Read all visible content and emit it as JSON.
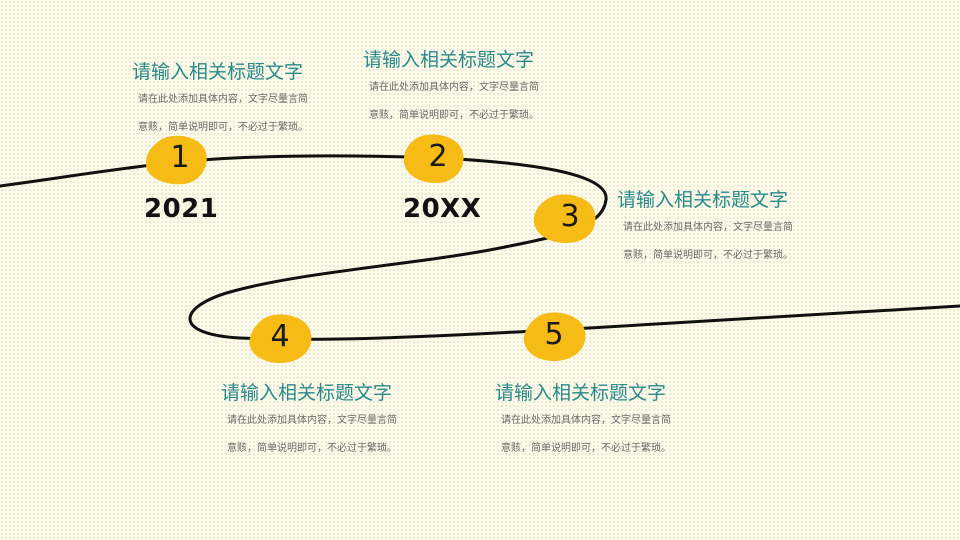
{
  "colors": {
    "background": "#fcfbea",
    "path": "#111111",
    "node_fill": "#f7bb16",
    "title": "#2b8a8c",
    "body_text": "#6b6b6b"
  },
  "nodes": [
    {
      "number": "1",
      "year": "2021"
    },
    {
      "number": "2",
      "year": "20XX"
    },
    {
      "number": "3",
      "year": ""
    },
    {
      "number": "4",
      "year": ""
    },
    {
      "number": "5",
      "year": ""
    }
  ],
  "blocks": [
    {
      "title": "请输入相关标题文字",
      "line1": "请在此处添加具体内容，文字尽量言简",
      "line2": "意赅，简单说明即可，不必过于繁琐。"
    },
    {
      "title": "请输入相关标题文字",
      "line1": "请在此处添加具体内容，文字尽量言简",
      "line2": "意赅，简单说明即可，不必过于繁琐。"
    },
    {
      "title": "请输入相关标题文字",
      "line1": "请在此处添加具体内容，文字尽量言简",
      "line2": "意赅，简单说明即可，不必过于繁琐。"
    },
    {
      "title": "请输入相关标题文字",
      "line1": "请在此处添加具体内容，文字尽量言简",
      "line2": "意赅，简单说明即可，不必过于繁琐。"
    },
    {
      "title": "请输入相关标题文字",
      "line1": "请在此处添加具体内容，文字尽量言简",
      "line2": "意赅，简单说明即可，不必过于繁琐。"
    }
  ]
}
